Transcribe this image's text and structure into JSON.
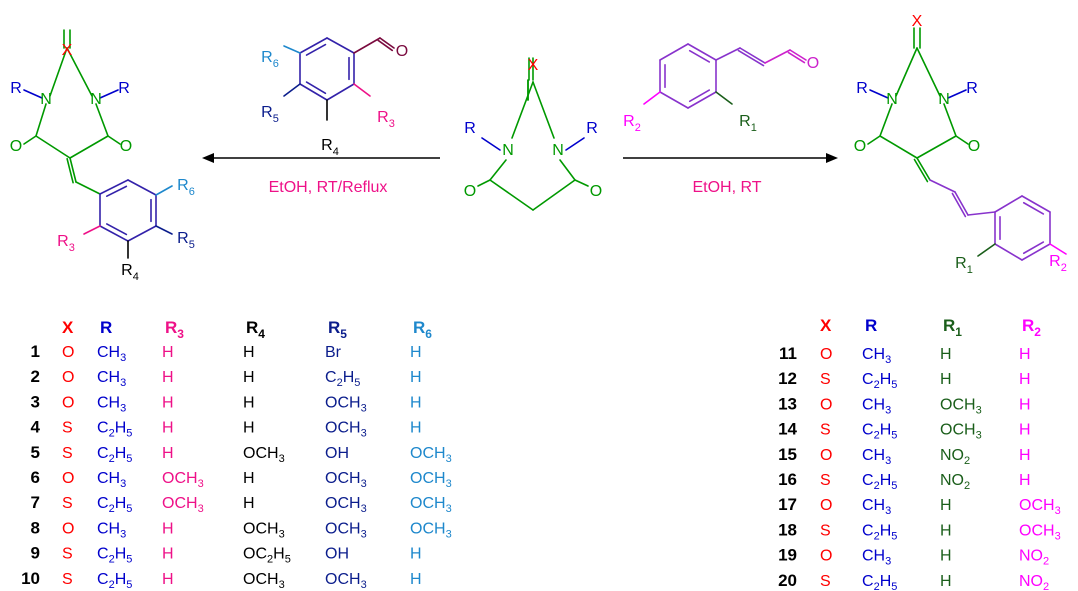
{
  "colors": {
    "X": "#ff0000",
    "R": "#0000cc",
    "R1": "#1a5e1a",
    "R2": "#ff00ff",
    "R3": "#ee1188",
    "R4": "#000000",
    "R5": "#0b1d8c",
    "R6": "#1e88cc",
    "ring": "#009900",
    "oxygen": "#009900",
    "aldehyde_ring": "#3322aa",
    "aldehyde_o": "#7a0a3e",
    "cinnamal_ring": "#8833cc",
    "cinnamal_o": "#cc22cc",
    "conditions": "#ee1188",
    "arrow": "#000000"
  },
  "scheme": {
    "left_conditions": "EtOH, RT/Reflux",
    "right_conditions": "EtOH, RT",
    "labels": {
      "X": "X",
      "R": "R",
      "O": "O",
      "R1": "R",
      "R1_sub": "1",
      "R2": "R",
      "R2_sub": "2",
      "R3": "R",
      "R3_sub": "3",
      "R4": "R",
      "R4_sub": "4",
      "R5": "R",
      "R5_sub": "5",
      "R6": "R",
      "R6_sub": "6"
    }
  },
  "tables": {
    "left": {
      "headers": [
        "X",
        "R",
        "R3",
        "R4",
        "R5",
        "R6"
      ],
      "rows": [
        {
          "n": "1",
          "X": "O",
          "R": "CH3",
          "R3": "H",
          "R4": "H",
          "R5": "Br",
          "R6": "H"
        },
        {
          "n": "2",
          "X": "O",
          "R": "CH3",
          "R3": "H",
          "R4": "H",
          "R5": "C2H5",
          "R6": "H"
        },
        {
          "n": "3",
          "X": "O",
          "R": "CH3",
          "R3": "H",
          "R4": "H",
          "R5": "OCH3",
          "R6": "H"
        },
        {
          "n": "4",
          "X": "S",
          "R": "C2H5",
          "R3": "H",
          "R4": "H",
          "R5": "OCH3",
          "R6": "H"
        },
        {
          "n": "5",
          "X": "S",
          "R": "C2H5",
          "R3": "H",
          "R4": "OCH3",
          "R5": "OH",
          "R6": "OCH3"
        },
        {
          "n": "6",
          "X": "O",
          "R": "CH3",
          "R3": "OCH3",
          "R4": "H",
          "R5": "OCH3",
          "R6": "OCH3"
        },
        {
          "n": "7",
          "X": "S",
          "R": "C2H5",
          "R3": "OCH3",
          "R4": "H",
          "R5": "OCH3",
          "R6": "OCH3"
        },
        {
          "n": "8",
          "X": "O",
          "R": "CH3",
          "R3": "H",
          "R4": "OCH3",
          "R5": "OCH3",
          "R6": "OCH3"
        },
        {
          "n": "9",
          "X": "S",
          "R": "C2H5",
          "R3": "H",
          "R4": "OC2H5",
          "R5": "OH",
          "R6": "H"
        },
        {
          "n": "10",
          "X": "S",
          "R": "C2H5",
          "R3": "H",
          "R4": "OCH3",
          "R5": "OCH3",
          "R6": "H"
        }
      ]
    },
    "right": {
      "headers": [
        "X",
        "R",
        "R1",
        "R2"
      ],
      "rows": [
        {
          "n": "11",
          "X": "O",
          "R": "CH3",
          "R1": "H",
          "R2": "H"
        },
        {
          "n": "12",
          "X": "S",
          "R": "C2H5",
          "R1": "H",
          "R2": "H"
        },
        {
          "n": "13",
          "X": "O",
          "R": "CH3",
          "R1": "OCH3",
          "R2": "H"
        },
        {
          "n": "14",
          "X": "S",
          "R": "C2H5",
          "R1": "OCH3",
          "R2": "H"
        },
        {
          "n": "15",
          "X": "O",
          "R": "CH3",
          "R1": "NO2",
          "R2": "H"
        },
        {
          "n": "16",
          "X": "S",
          "R": "C2H5",
          "R1": "NO2",
          "R2": "H"
        },
        {
          "n": "17",
          "X": "O",
          "R": "CH3",
          "R1": "H",
          "R2": "OCH3"
        },
        {
          "n": "18",
          "X": "S",
          "R": "C2H5",
          "R1": "H",
          "R2": "OCH3"
        },
        {
          "n": "19",
          "X": "O",
          "R": "CH3",
          "R1": "H",
          "R2": "NO2"
        },
        {
          "n": "20",
          "X": "S",
          "R": "C2H5",
          "R1": "H",
          "R2": "NO2"
        }
      ]
    }
  }
}
